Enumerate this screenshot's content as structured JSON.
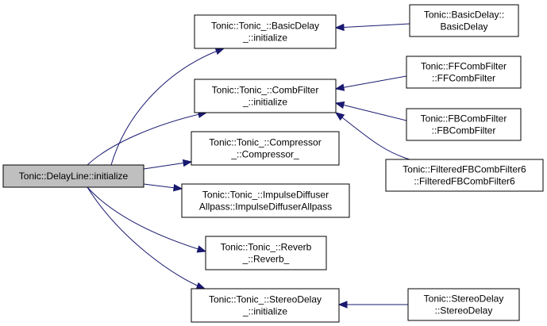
{
  "graph": {
    "root": "Tonic::DelayLine::initialize",
    "nodes": {
      "delayline": [
        "Tonic::DelayLine::initialize"
      ],
      "basicdelay_init": [
        "Tonic::Tonic_::BasicDelay",
        "_::initialize"
      ],
      "combfilter_init": [
        "Tonic::Tonic_::CombFilter",
        "_::initialize"
      ],
      "compressor_ctor": [
        "Tonic::Tonic_::Compressor",
        "_::Compressor_"
      ],
      "impulsediffuser_ctor": [
        "Tonic::Tonic_::ImpulseDiffuser",
        "Allpass::ImpulseDiffuserAllpass"
      ],
      "reverb_ctor": [
        "Tonic::Tonic_::Reverb",
        "_::Reverb_"
      ],
      "stereodelay_init": [
        "Tonic::Tonic_::StereoDelay",
        "_::initialize"
      ],
      "basicdelay_ctor": [
        "Tonic::BasicDelay::",
        "BasicDelay"
      ],
      "ffcomb_ctor": [
        "Tonic::FFCombFilter",
        "::FFCombFilter"
      ],
      "fbcomb_ctor": [
        "Tonic::FBCombFilter",
        "::FBCombFilter"
      ],
      "filteredfbcomb_ctor": [
        "Tonic::FilteredFBCombFilter6",
        "::FilteredFBCombFilter6"
      ],
      "stereodelay_ctor": [
        "Tonic::StereoDelay",
        "::StereoDelay"
      ]
    },
    "edges": [
      [
        "delayline",
        "basicdelay_init"
      ],
      [
        "delayline",
        "combfilter_init"
      ],
      [
        "delayline",
        "compressor_ctor"
      ],
      [
        "delayline",
        "impulsediffuser_ctor"
      ],
      [
        "delayline",
        "reverb_ctor"
      ],
      [
        "delayline",
        "stereodelay_init"
      ],
      [
        "basicdelay_init",
        "basicdelay_ctor"
      ],
      [
        "combfilter_init",
        "ffcomb_ctor"
      ],
      [
        "combfilter_init",
        "fbcomb_ctor"
      ],
      [
        "combfilter_init",
        "filteredfbcomb_ctor"
      ],
      [
        "stereodelay_init",
        "stereodelay_ctor"
      ]
    ],
    "colors": {
      "edge": "#191970",
      "root_fill": "#bfbfbf",
      "node_fill": "#ffffff",
      "node_border": "#000000"
    }
  }
}
